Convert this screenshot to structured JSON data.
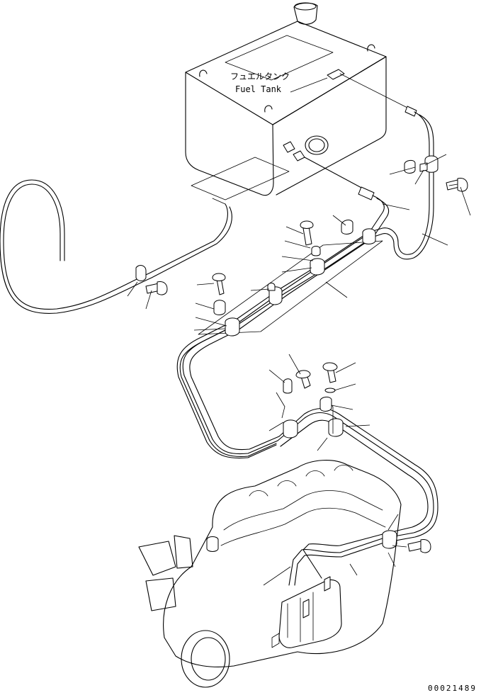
{
  "diagram": {
    "tank_label_jp": "フュエルタンク",
    "tank_label_en": "Fuel Tank",
    "figure_code": "00021489"
  }
}
